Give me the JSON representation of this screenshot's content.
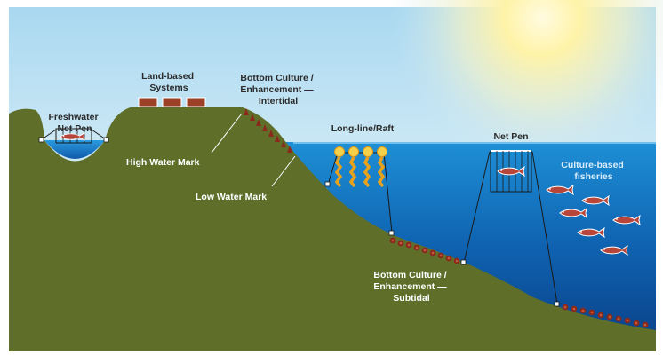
{
  "labels": {
    "freshwater_net_pen": [
      "Freshwater",
      "Net Pen"
    ],
    "land_based_systems": [
      "Land-based",
      "Systems"
    ],
    "bottom_culture_intertidal": [
      "Bottom Culture /",
      "Enhancement —",
      "Intertidal"
    ],
    "high_water_mark": "High Water Mark",
    "low_water_mark": "Low Water Mark",
    "long_line_raft": "Long-line/Raft",
    "net_pen": "Net Pen",
    "culture_based_fisheries": [
      "Culture-based",
      "fisheries"
    ],
    "bottom_culture_subtidal": [
      "Bottom Culture /",
      "Enhancement —",
      "Subtidal"
    ]
  },
  "colors": {
    "land": "#5f6f2a",
    "ocean_surface": "#1e8fd6",
    "ocean_deep": "#0a3f86",
    "sun": "#fff3a8",
    "fish": "#b8453a",
    "shellfish": "#8a2a1c",
    "seaweed": "#e8a21c"
  }
}
